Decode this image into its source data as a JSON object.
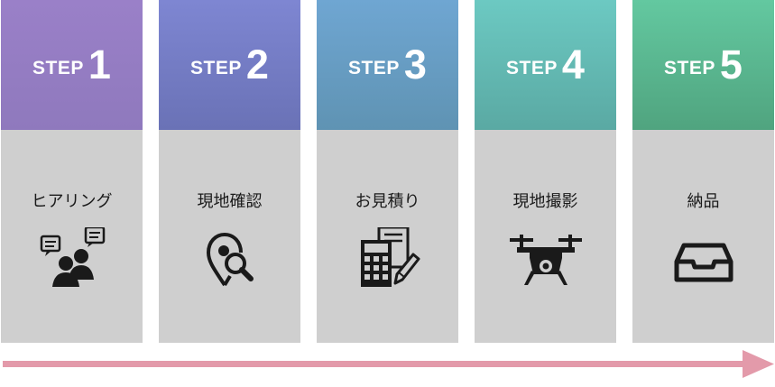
{
  "steps": [
    {
      "word": "STEP",
      "number": "1",
      "label": "ヒアリング",
      "icon": "chat-people-icon",
      "color_top": "#9a80c8",
      "color_bottom": "#8f79bd"
    },
    {
      "word": "STEP",
      "number": "2",
      "label": "現地確認",
      "icon": "location-search-icon",
      "color_top": "#7e86d2",
      "color_bottom": "#6a72b6"
    },
    {
      "word": "STEP",
      "number": "3",
      "label": "お見積り",
      "icon": "calculator-document-icon",
      "color_top": "#6fa6d2",
      "color_bottom": "#5f93b3"
    },
    {
      "word": "STEP",
      "number": "4",
      "label": "現地撮影",
      "icon": "drone-icon",
      "color_top": "#6cc9c2",
      "color_bottom": "#5aa9a3"
    },
    {
      "word": "STEP",
      "number": "5",
      "label": "納品",
      "icon": "inbox-tray-icon",
      "color_top": "#63c8a0",
      "color_bottom": "#50a47f"
    }
  ],
  "arrow_color": "#e39aaa"
}
